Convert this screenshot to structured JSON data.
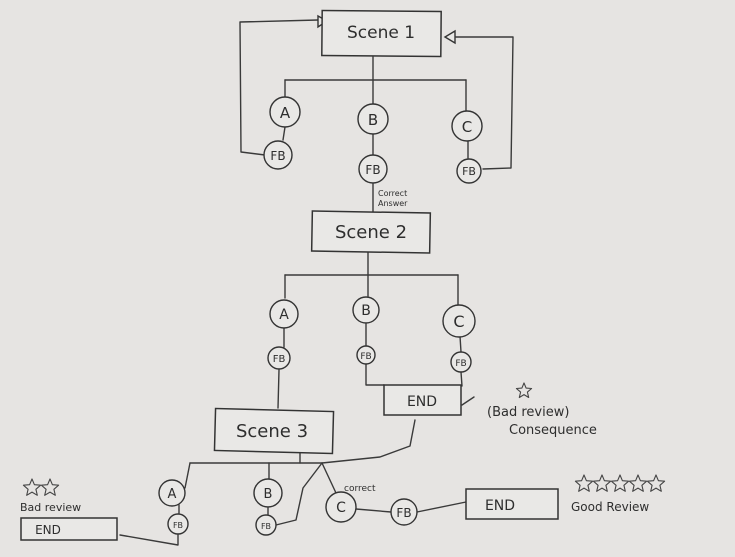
{
  "scenes": {
    "scene1": "Scene 1",
    "scene2": "Scene 2",
    "scene3": "Scene 3"
  },
  "choices": {
    "a": "A",
    "b": "B",
    "c": "C"
  },
  "feedback": "FB",
  "end": "END",
  "annotations": {
    "correct_answer_line1": "Correct",
    "correct_answer_line2": "Answer",
    "bad_review": "(Bad review)",
    "consequence": "Consequence",
    "correct": "correct",
    "bad_review_left": "Bad review",
    "good_review": "Good Review"
  },
  "ratings": {
    "scene2_bad_stars": 1,
    "scene3_bad_stars": 2,
    "good_stars": 5
  }
}
